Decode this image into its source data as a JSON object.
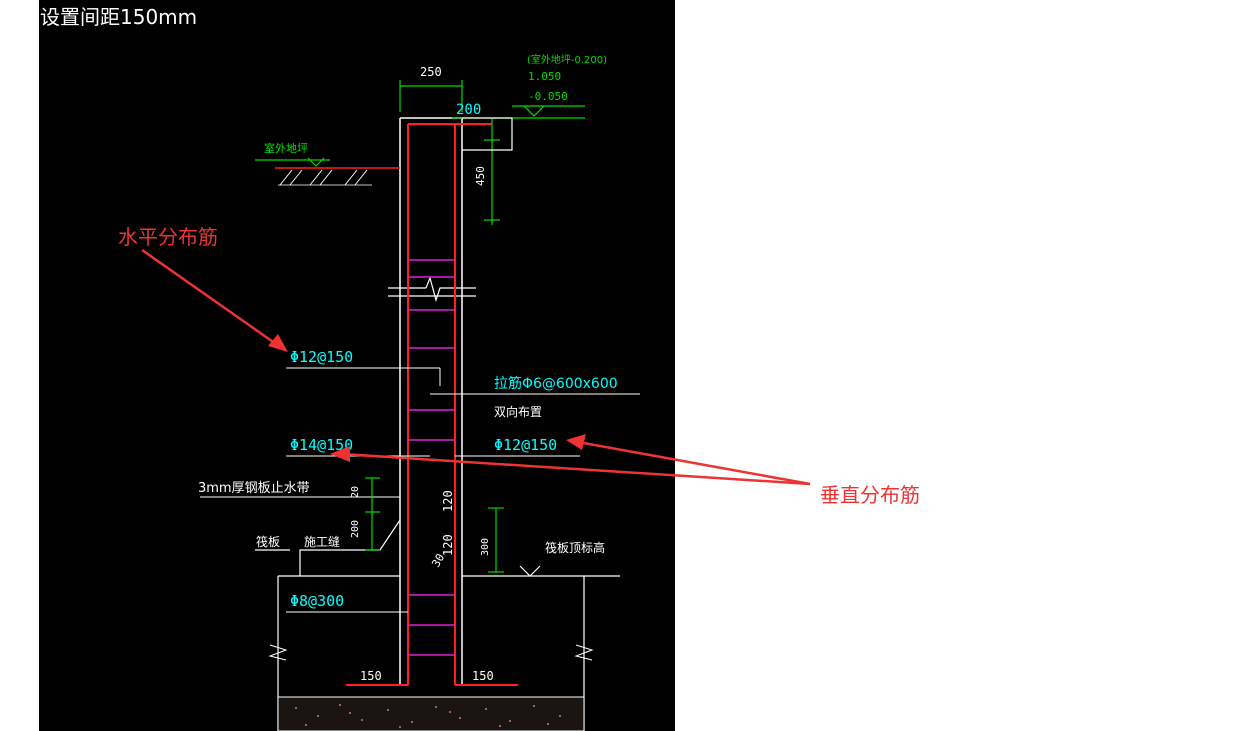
{
  "colors": {
    "background": "#000000",
    "page": "#ffffff",
    "wall_outline": "#ffffff",
    "rebar_red": "#ff1f1f",
    "rebar_magenta": "#e01fd0",
    "dimension_green": "#00dd00",
    "cyan_text": "#00ffff",
    "annotation_red": "#ee3333",
    "arrow_red": "#ee3333"
  },
  "drawing": {
    "header_text": "设置间距150mm",
    "dims": {
      "top_width": "250",
      "top_small": "200",
      "top_height": "450",
      "mid_300": "300",
      "bottom_left": "150",
      "bottom_right": "150",
      "small_20": "20",
      "small_200": "200"
    },
    "elevations": {
      "outdoor_note": "(室外地坪-0.200)",
      "elev_1": "1.050",
      "elev_2": "-0.050",
      "outdoor_ground": "室外地坪"
    },
    "rebar_labels": {
      "left_horizontal": "Φ12@150",
      "left_vertical": "Φ14@150",
      "right_tie": "拉筋Φ6@600x600",
      "right_tie_note": "双向布置",
      "right_vertical": "Φ12@150",
      "bottom_rebar": "Φ8@300"
    },
    "detail_labels": {
      "waterstop": "3mm厚钢板止水带",
      "raft": "筏板",
      "construction_joint": "施工缝",
      "raft_top": "筏板顶标高",
      "dim_120_a": "120",
      "dim_120_b": "120",
      "dim_v": "30"
    }
  },
  "annotations": {
    "horizontal_bars": "水平分布筋",
    "vertical_bars": "垂直分布筋"
  }
}
